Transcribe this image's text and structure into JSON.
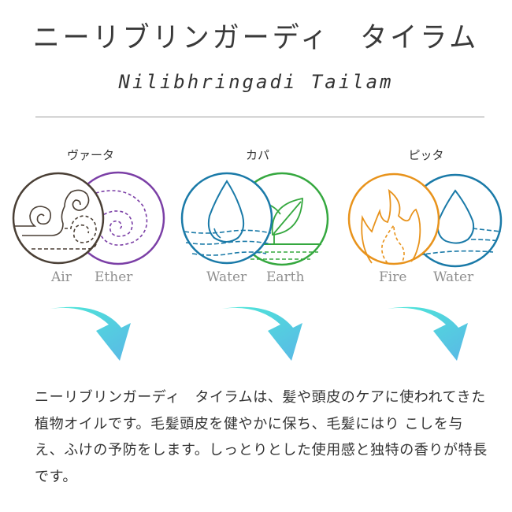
{
  "header": {
    "title_jp": "ニーリブリンガーディ　タイラム",
    "title_en": "Nilibhringadi Tailam"
  },
  "doshas": [
    {
      "name": "ヴァータ",
      "elements": [
        {
          "label": "Air",
          "icon": "air-wind-icon",
          "color": "#4a3f35"
        },
        {
          "label": "Ether",
          "icon": "ether-spiral-icon",
          "color": "#7b3fa6"
        }
      ]
    },
    {
      "name": "カパ",
      "elements": [
        {
          "label": "Water",
          "icon": "water-drop-icon",
          "color": "#1a7aa8"
        },
        {
          "label": "Earth",
          "icon": "earth-leaf-icon",
          "color": "#35a83f"
        }
      ]
    },
    {
      "name": "ピッタ",
      "elements": [
        {
          "label": "Fire",
          "icon": "fire-flame-icon",
          "color": "#e8931c"
        },
        {
          "label": "Water",
          "icon": "water-drop-icon",
          "color": "#1a7aa8"
        }
      ]
    }
  ],
  "arrows": {
    "icon": "curved-arrow-down-icon",
    "gradient_start": "#4de8d8",
    "gradient_end": "#5ab8e6",
    "count": 3
  },
  "description": "ニーリブリンガーディ　タイラムは、髪や頭皮のケアに使われてきた植物オイルです。毛髪頭皮を健やかに保ち、毛髪にはり こしを与え、ふけの予防をします。しっとりとした使用感と独特の香りが特長です。"
}
